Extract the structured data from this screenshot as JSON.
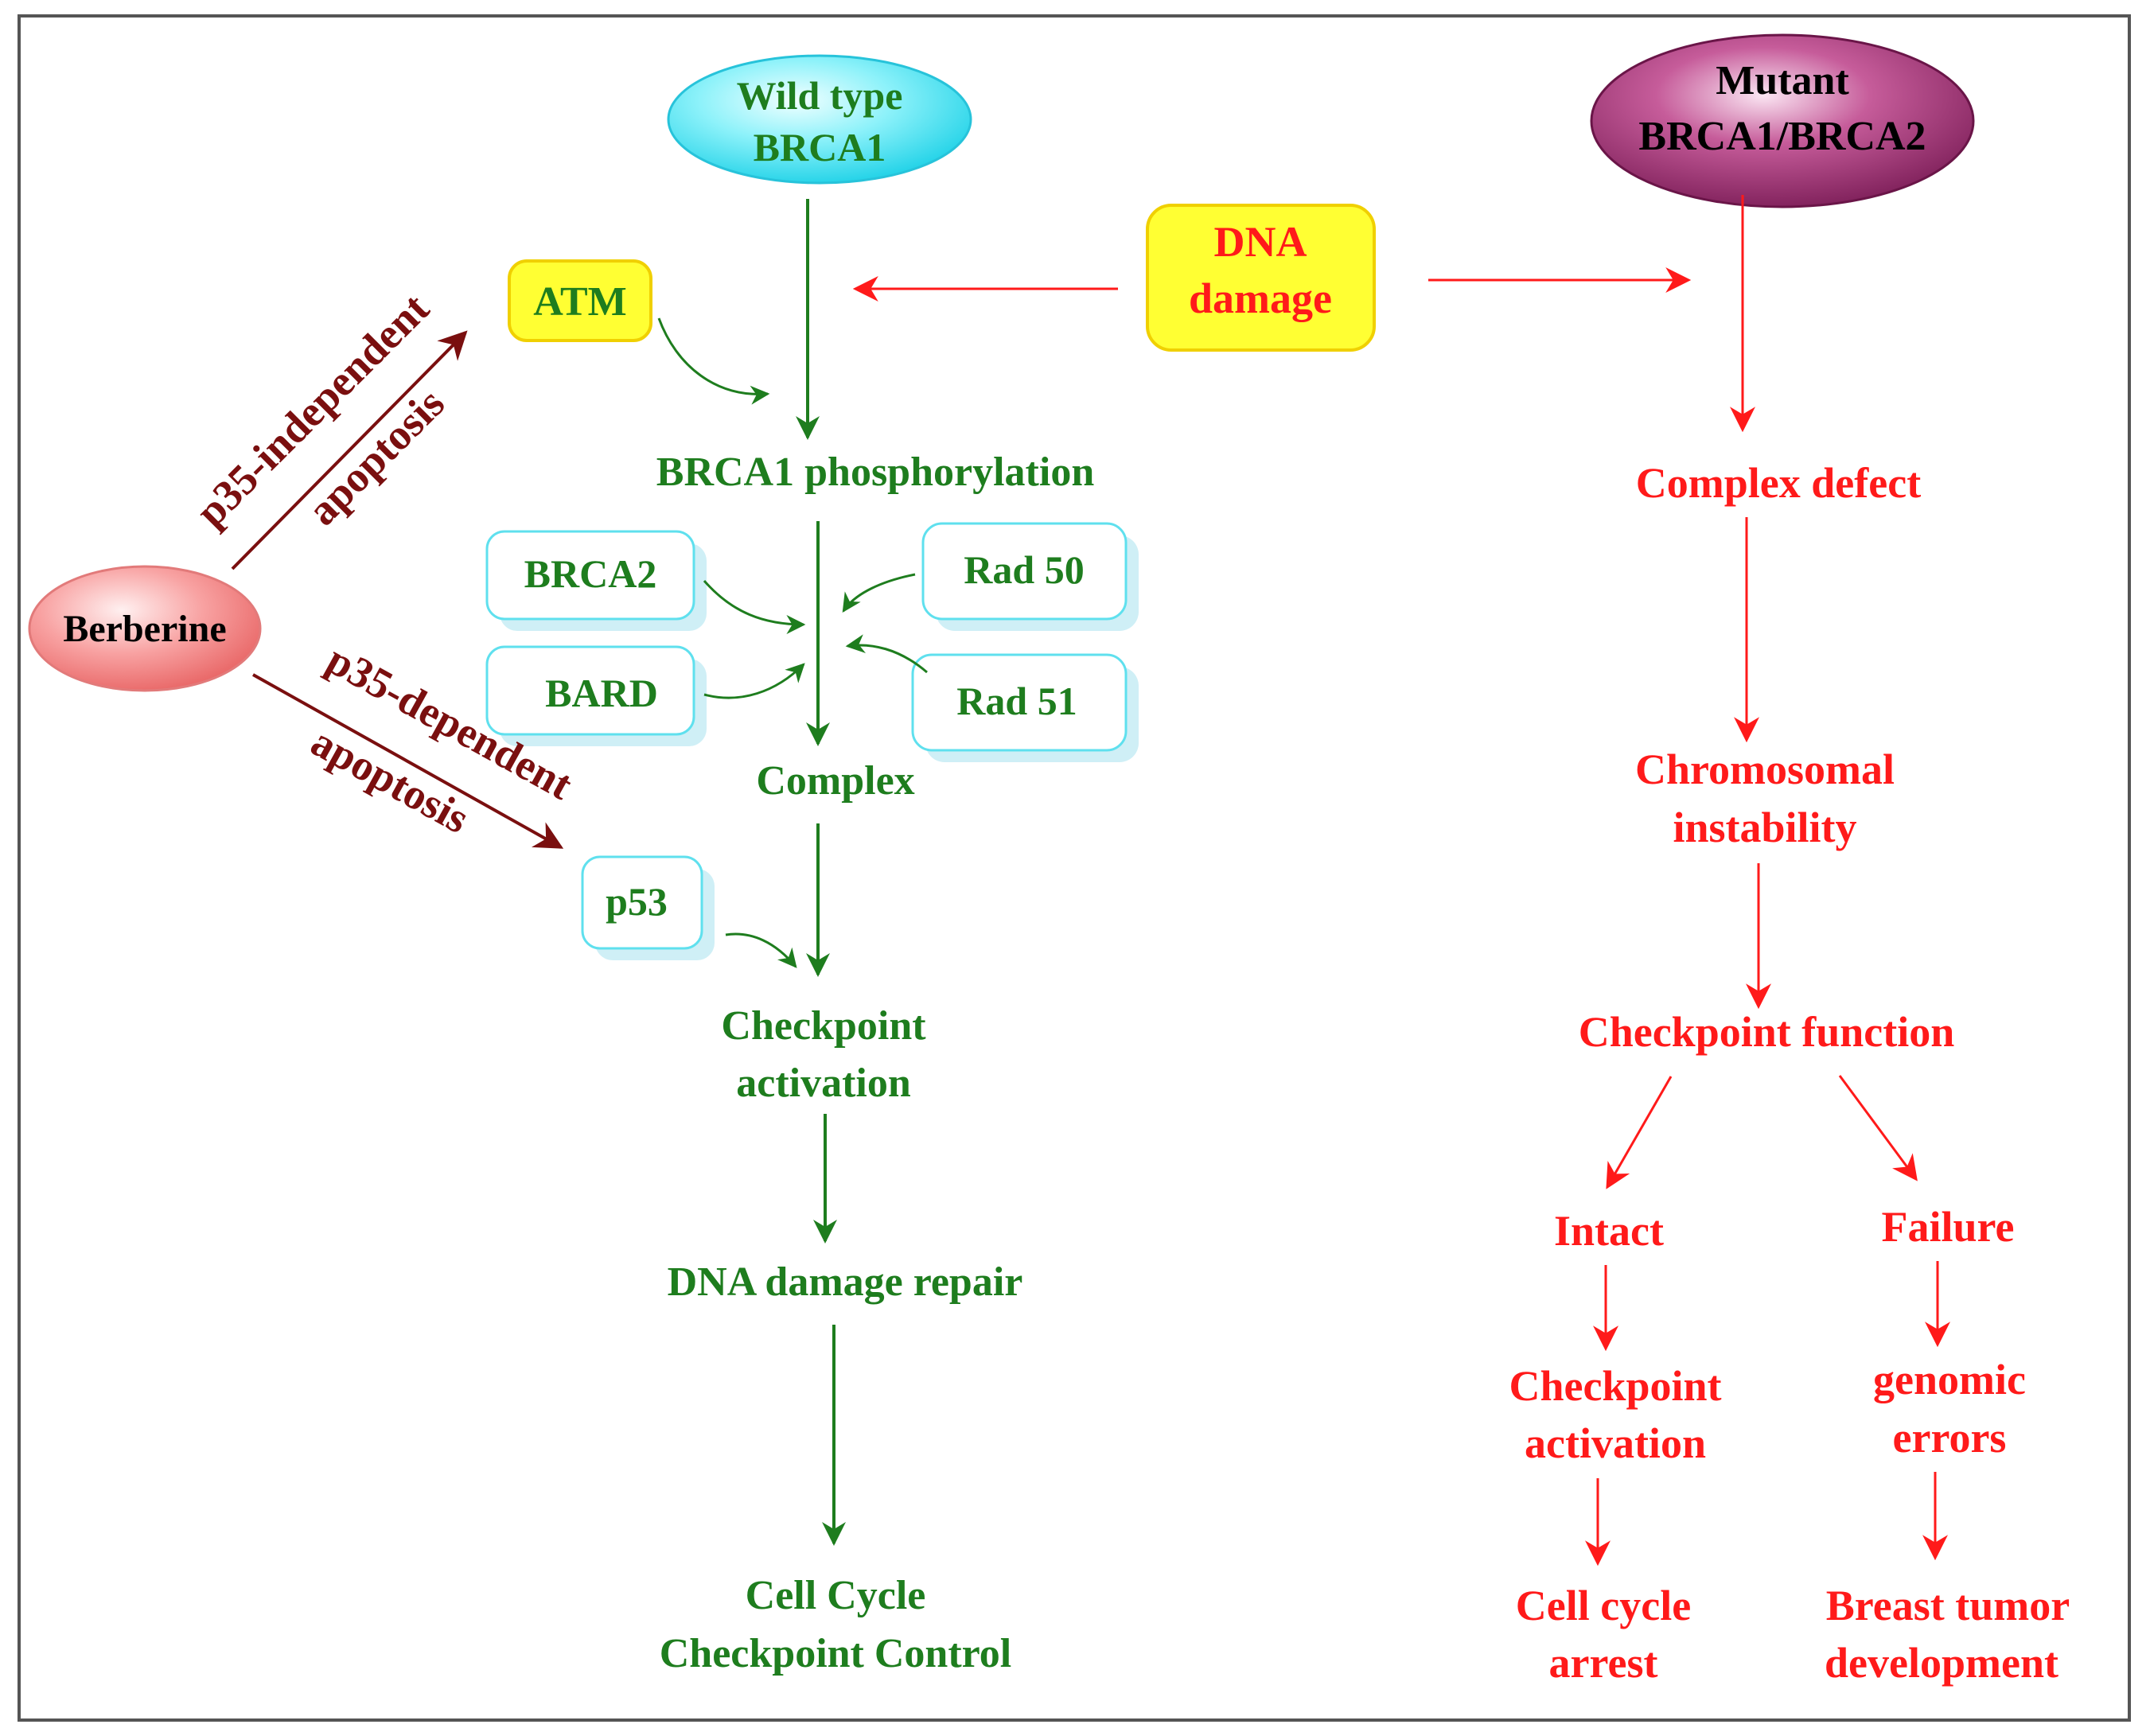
{
  "colors": {
    "green": "#1e7d1e",
    "red": "#ff1a1a",
    "maroon": "#7a0f0f",
    "cyan_border": "#5fe0ee",
    "yellow_fill": "#ffff33",
    "frame": "#555555"
  },
  "nodes": {
    "wild_type": {
      "line1": "Wild type",
      "line2": "BRCA1"
    },
    "mutant": {
      "line1": "Mutant",
      "line2": "BRCA1/BRCA2"
    },
    "dna_damage": {
      "line1": "DNA",
      "line2": "damage"
    },
    "atm": "ATM",
    "berberine": "Berberine",
    "brca1_phos": "BRCA1 phosphorylation",
    "brca2": "BRCA2",
    "rad50": "Rad 50",
    "bard": "BARD",
    "rad51": "Rad 51",
    "complex": "Complex",
    "p53": "p53",
    "checkpoint_activation": {
      "line1": "Checkpoint",
      "line2": "activation"
    },
    "dna_repair": "DNA damage repair",
    "cell_cycle_control": {
      "line1": "Cell Cycle",
      "line2": "Checkpoint Control"
    },
    "complex_defect": "Complex defect",
    "chromosomal": {
      "line1": "Chromosomal",
      "line2": "instability"
    },
    "checkpoint_function": "Checkpoint function",
    "intact": "Intact",
    "failure": "Failure",
    "checkpoint_activation_2": {
      "line1": "Checkpoint",
      "line2": "activation"
    },
    "genomic": {
      "line1": "genomic",
      "line2": "errors"
    },
    "arrest": {
      "line1": "Cell cycle",
      "line2": "arrest"
    },
    "tumor": {
      "line1": "Breast tumor",
      "line2": "development"
    }
  },
  "edge_labels": {
    "independent": {
      "line1": "p35-independent",
      "line2": "apoptosis"
    },
    "dependent": {
      "line1": "p35-dependent",
      "line2": "apoptosis"
    }
  }
}
